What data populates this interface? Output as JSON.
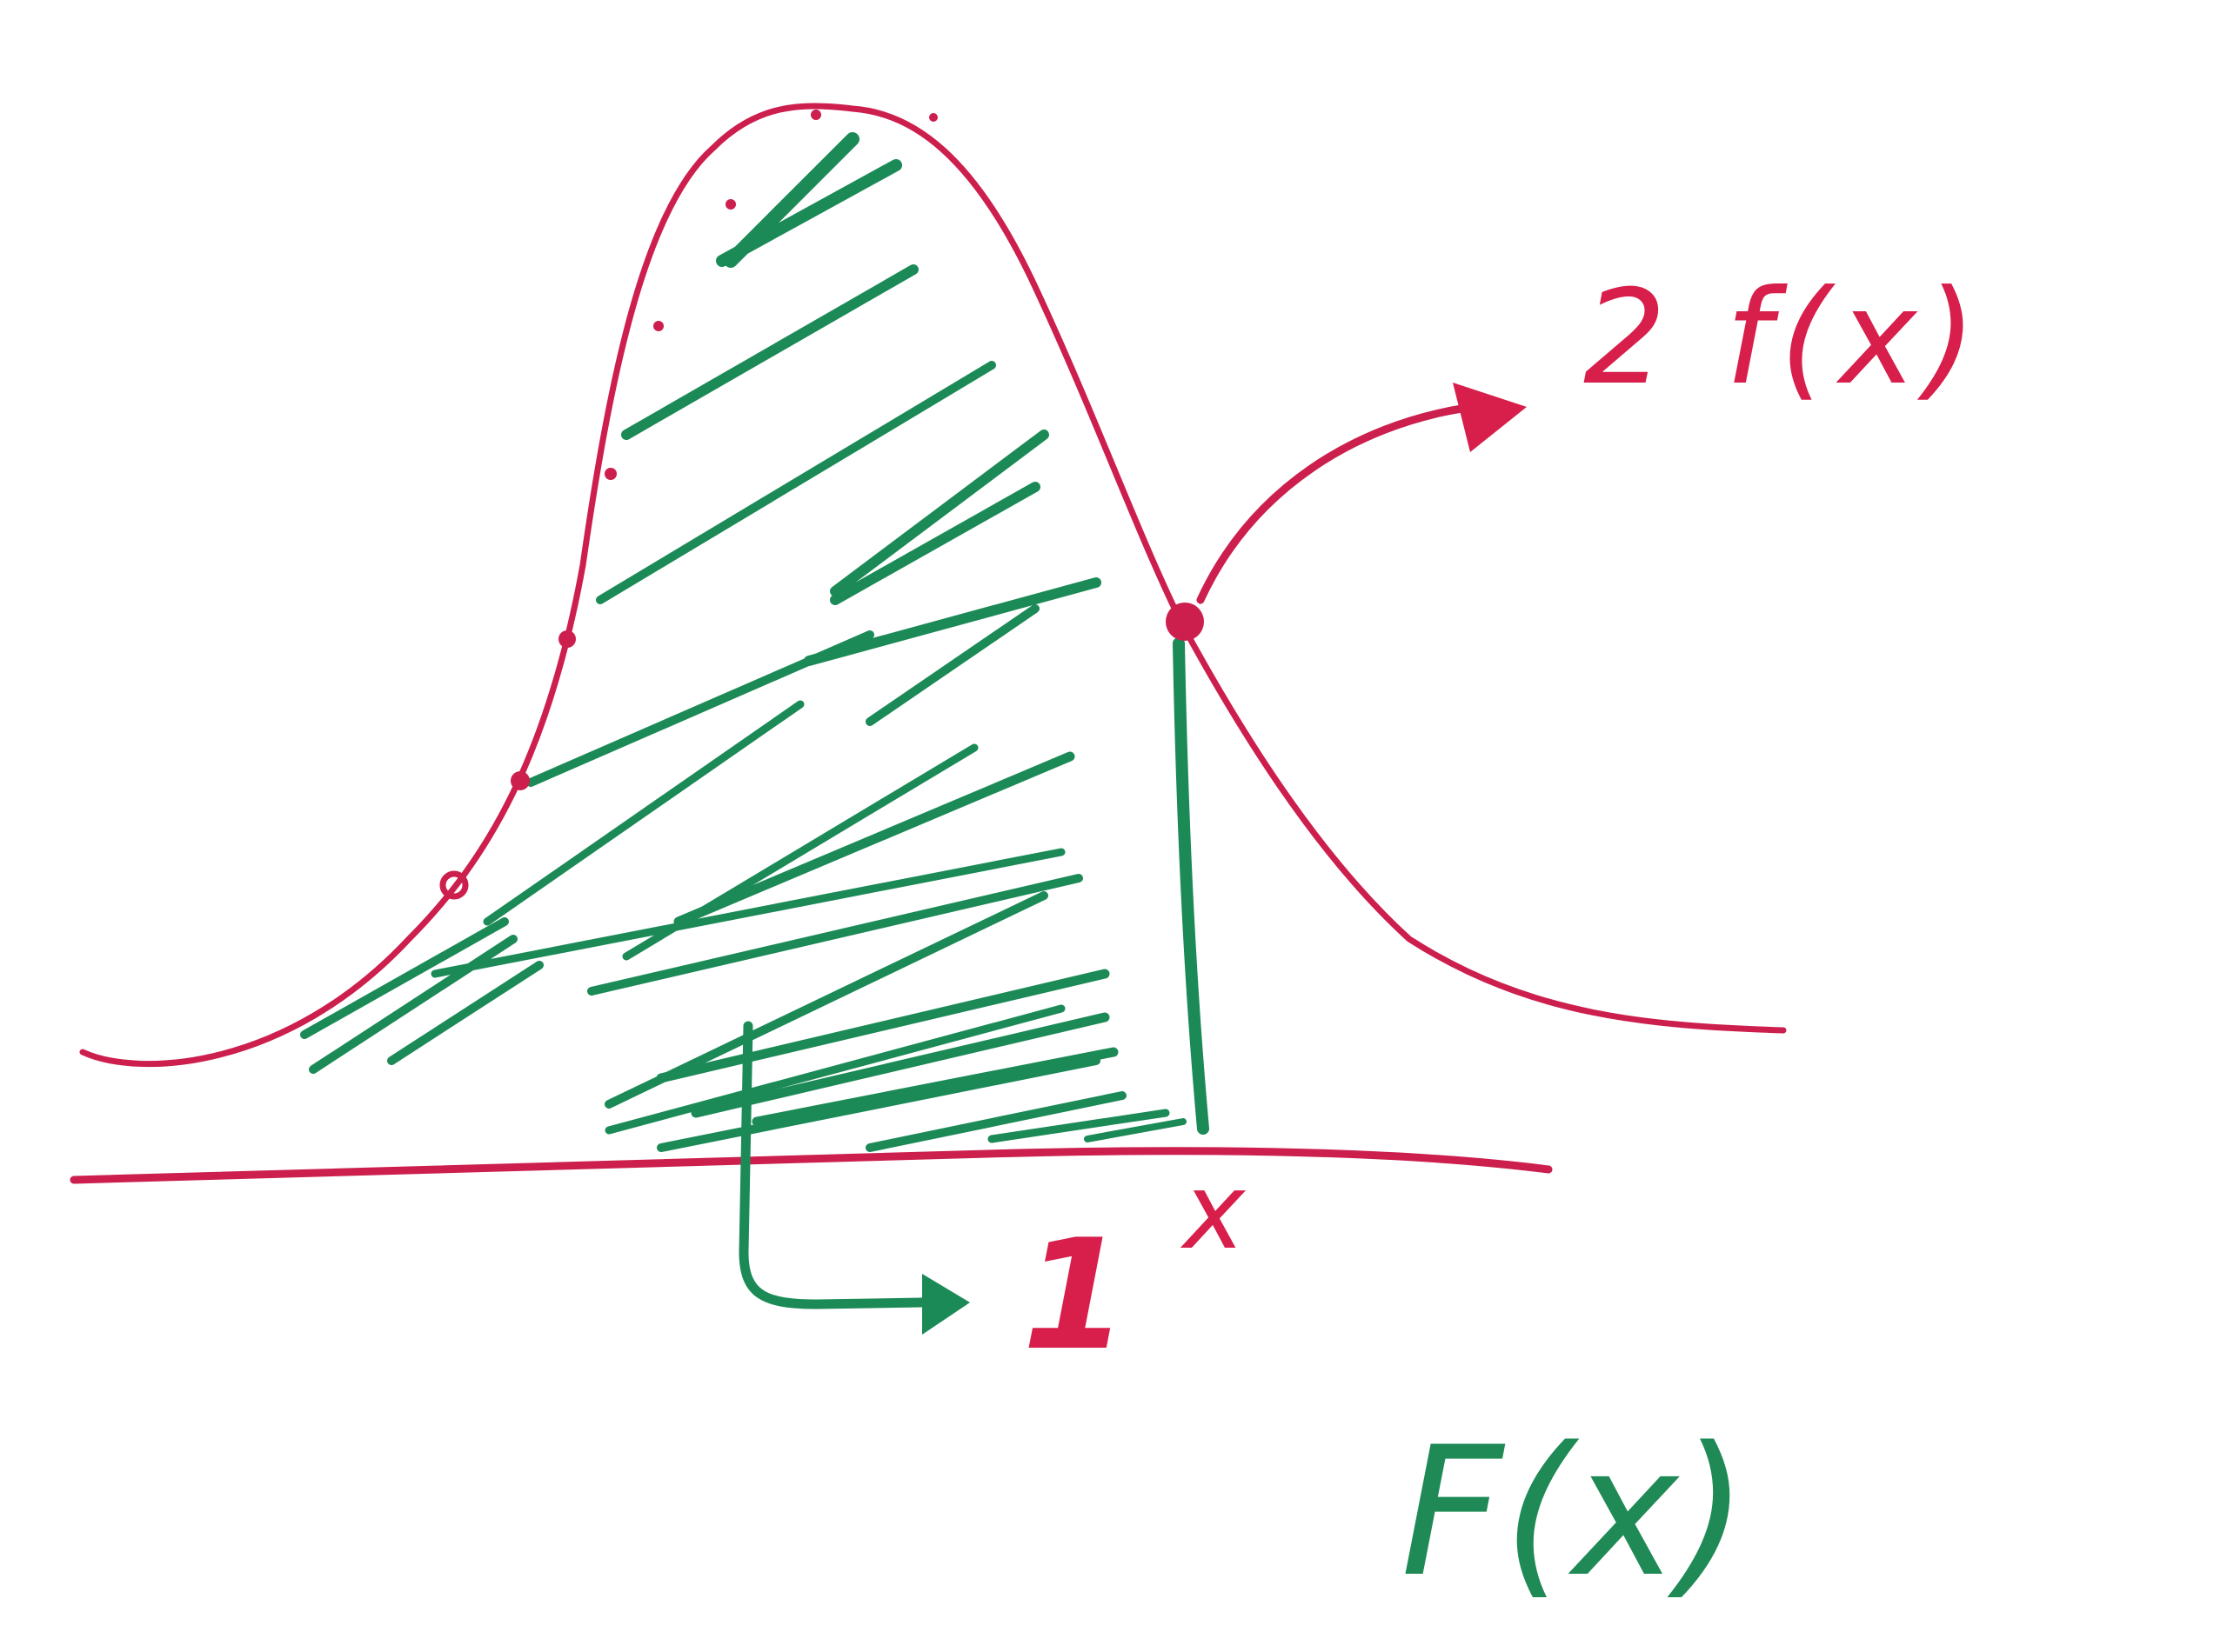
{
  "labels": {
    "density_label": "2 f(x)",
    "area_label": "1",
    "x_label": "x",
    "cdf_label": "F(x)"
  },
  "colors": {
    "curve": "#cc1f4e",
    "curve_light": "#d95a8c",
    "hatch": "#1c8a57",
    "background": "#ffffff"
  }
}
